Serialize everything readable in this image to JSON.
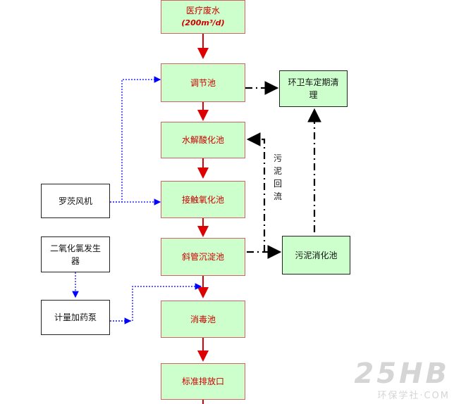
{
  "nodes": {
    "influent_title": "医疗废水",
    "influent_flow": "200m³/d",
    "regulating_tank": "调节池",
    "hydrolysis_tank": "水解酸化池",
    "contact_oxidation_tank": "接触氧化池",
    "inclined_tube_sedimentation": "斜管沉淀池",
    "disinfection_tank": "消毒池",
    "standard_outlet": "标准排放口",
    "sanitation_truck": "环卫车定期清理",
    "roots_blower": "罗茨风机",
    "chlorine_dioxide_generator": "二氧化氯发生器",
    "metering_pump": "计量加药泵",
    "sludge_digestion_tank": "污泥消化池"
  },
  "labels": {
    "sludge_return": "污泥回流"
  },
  "watermark": {
    "main": "25HB",
    "sub": "环保学社·COM"
  },
  "colors": {
    "process_fill": "#ccffcc",
    "process_text": "#cc0000",
    "main_flow_arrow": "#dd0000",
    "air_dosing_line": "#0000ff",
    "sludge_line": "#000000"
  }
}
